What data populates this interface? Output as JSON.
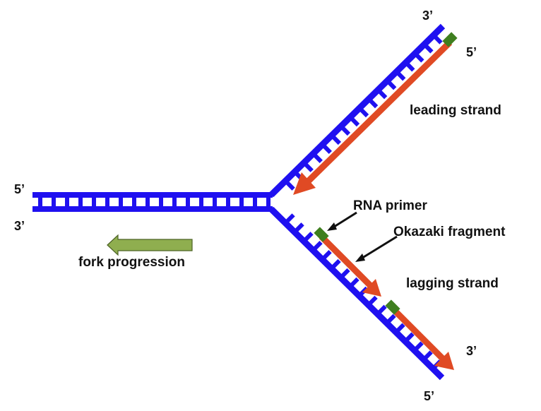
{
  "title": "DNA replication fork",
  "colors": {
    "template_strand": "#1f10f0",
    "new_strand": "#e04a24",
    "rna_primer": "#3f7f1f",
    "fork_arrow_fill": "#8fae4f",
    "fork_arrow_stroke": "#4d6326",
    "text": "#111111",
    "pointer": "#111111"
  },
  "labels": {
    "parent_top_end": "5’",
    "parent_bottom_end": "3’",
    "leading_template_end": "3’",
    "leading_new_end": "5’",
    "leading_strand": "leading strand",
    "rna_primer": "RNA primer",
    "okazaki_fragment": "Okazaki fragment",
    "lagging_strand": "lagging strand",
    "lagging_new_end": "3’",
    "lagging_template_end": "5’",
    "fork_progression": "fork progression"
  },
  "components": {
    "parental_duplex": "double-stranded DNA",
    "leading_arm": {
      "template": "template strand",
      "new": "continuous leading strand",
      "primers": 1
    },
    "lagging_arm": {
      "template": "template strand",
      "fragments": 2,
      "primers": 2
    },
    "fork_direction": "left"
  }
}
